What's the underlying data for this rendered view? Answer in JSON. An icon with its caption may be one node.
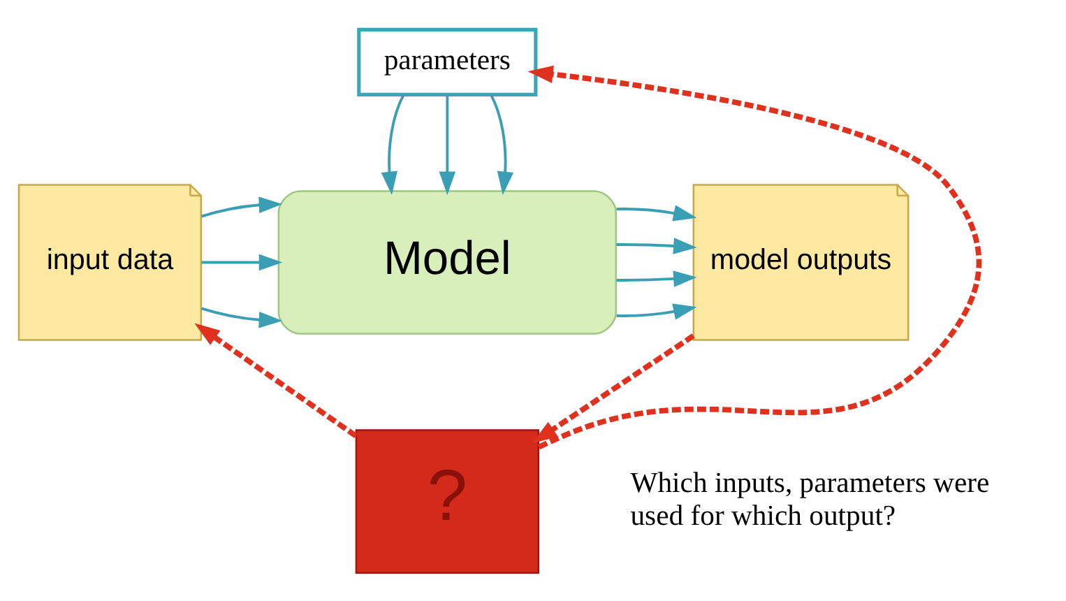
{
  "diagram": {
    "nodes": [
      {
        "text": [
          "input data"
        ]
      },
      {
        "text": [
          "parameters"
        ]
      },
      {
        "text": [
          "Model"
        ]
      },
      {
        "text": [
          "model outputs"
        ]
      },
      {
        "text": [
          "?"
        ],
        "beside": [
          "Which inputs, parameters were used for which output?"
        ]
      }
    ],
    "edges": [
      {
        "from": 0,
        "to": 2,
        "arrow": "to"
      },
      {
        "from": 0,
        "to": 2,
        "arrow": "to"
      },
      {
        "from": 0,
        "to": 2,
        "arrow": "to"
      },
      {
        "from": 1,
        "to": 2,
        "arrow": "to"
      },
      {
        "from": 1,
        "to": 2,
        "arrow": "to"
      },
      {
        "from": 1,
        "to": 2,
        "arrow": "to"
      },
      {
        "from": 2,
        "to": 3,
        "arrow": "to"
      },
      {
        "from": 2,
        "to": 3,
        "arrow": "to"
      },
      {
        "from": 2,
        "to": 3,
        "arrow": "to"
      },
      {
        "from": 2,
        "to": 3,
        "arrow": "to"
      },
      {
        "from": 4,
        "to": 0,
        "arrow": "to",
        "style": "dashed",
        "color": "#e0301e"
      },
      {
        "from": 4,
        "to": 1,
        "arrow": "to",
        "style": "dashed",
        "color": "#e0301e"
      },
      {
        "from": 3,
        "to": 4,
        "arrow": "to",
        "style": "dashed",
        "color": "#e0301e"
      }
    ]
  }
}
